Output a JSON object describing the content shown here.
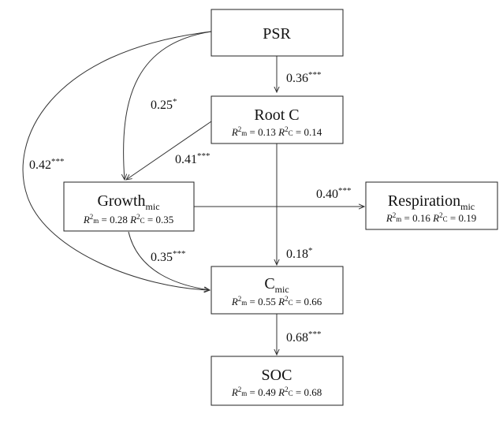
{
  "nodes": {
    "psr": {
      "title": "PSR"
    },
    "rootc": {
      "title": "Root C",
      "r2m": "0.13",
      "r2c": "0.14"
    },
    "growth": {
      "title": "Growth",
      "title_sub": "mic",
      "r2m": "0.28",
      "r2c": "0.35"
    },
    "resp": {
      "title": "Respiration",
      "title_sub": "mic",
      "r2m": "0.16",
      "r2c": "0.19"
    },
    "cmic": {
      "title": "C",
      "title_sub": "mic",
      "r2m": "0.55",
      "r2c": "0.66"
    },
    "soc": {
      "title": "SOC",
      "r2m": "0.49",
      "r2c": "0.68"
    }
  },
  "stat_labels": {
    "r": "R",
    "sq": "2",
    "m": "m",
    "c": "C",
    "eq": " = "
  },
  "edges": {
    "psr_rootc": {
      "value": "0.36",
      "sig": "***"
    },
    "psr_growth": {
      "value": "0.25",
      "sig": "*"
    },
    "psr_cmic": {
      "value": "0.42",
      "sig": "***"
    },
    "rootc_growth": {
      "value": "0.41",
      "sig": "***"
    },
    "growth_resp": {
      "value": "0.40",
      "sig": "***"
    },
    "growth_cmic": {
      "value": "0.35",
      "sig": "***"
    },
    "rootc_cmic": {
      "value": "0.18",
      "sig": "*"
    },
    "cmic_soc": {
      "value": "0.68",
      "sig": "***"
    }
  }
}
